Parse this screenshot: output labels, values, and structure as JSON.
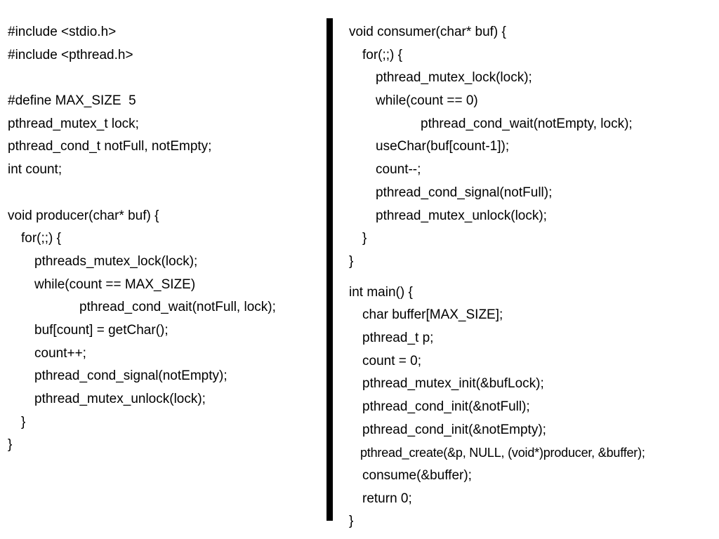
{
  "left_code": [
    {
      "text": "#include <stdio.h>",
      "indent": 0
    },
    {
      "text": "#include <pthread.h>",
      "indent": 0
    },
    {
      "text": "",
      "indent": 0
    },
    {
      "text": "#define MAX_SIZE  5",
      "indent": 0
    },
    {
      "text": "pthread_mutex_t lock;",
      "indent": 0
    },
    {
      "text": "pthread_cond_t notFull, notEmpty;",
      "indent": 0
    },
    {
      "text": "int count;",
      "indent": 0
    },
    {
      "text": "",
      "indent": 0
    },
    {
      "text": "void producer(char* buf) {",
      "indent": 0
    },
    {
      "text": "for(;;) {",
      "indent": 1
    },
    {
      "text": "pthreads_mutex_lock(lock);",
      "indent": 2
    },
    {
      "text": "while(count == MAX_SIZE)",
      "indent": 2
    },
    {
      "text": "pthread_cond_wait(notFull, lock);",
      "indent": 3
    },
    {
      "text": "buf[count] = getChar();",
      "indent": 2
    },
    {
      "text": "count++;",
      "indent": 2
    },
    {
      "text": "pthread_cond_signal(notEmpty);",
      "indent": 2
    },
    {
      "text": "pthread_mutex_unlock(lock);",
      "indent": 2
    },
    {
      "text": "}",
      "indent": 1
    },
    {
      "text": "}",
      "indent": 0
    }
  ],
  "right_code": [
    {
      "text": "void consumer(char* buf) {",
      "indent": 0
    },
    {
      "text": "for(;;) {",
      "indent": 1
    },
    {
      "text": "pthread_mutex_lock(lock);",
      "indent": 2
    },
    {
      "text": "while(count == 0)",
      "indent": 2
    },
    {
      "text": "pthread_cond_wait(notEmpty, lock);",
      "indent": 3
    },
    {
      "text": "useChar(buf[count-1]);",
      "indent": 2
    },
    {
      "text": "count--;",
      "indent": 2
    },
    {
      "text": "pthread_cond_signal(notFull);",
      "indent": 2
    },
    {
      "text": "pthread_mutex_unlock(lock);",
      "indent": 2
    },
    {
      "text": "}",
      "indent": 1
    },
    {
      "text": "}",
      "indent": 0
    },
    {
      "text": "int main() {",
      "indent": 0,
      "gap_before": true
    },
    {
      "text": "char buffer[MAX_SIZE];",
      "indent": 1
    },
    {
      "text": "pthread_t p;",
      "indent": 1
    },
    {
      "text": "count = 0;",
      "indent": 1
    },
    {
      "text": "pthread_mutex_init(&bufLock);",
      "indent": 1
    },
    {
      "text": "pthread_cond_init(&notFull);",
      "indent": 1
    },
    {
      "text": "pthread_cond_init(&notEmpty);",
      "indent": 1
    },
    {
      "text": "pthread_create(&p, NULL, (void*)producer, &buffer);",
      "indent": 1,
      "small": true
    },
    {
      "text": "consume(&buffer);",
      "indent": 1
    },
    {
      "text": "return 0;",
      "indent": 1
    },
    {
      "text": "}",
      "indent": 0
    }
  ]
}
